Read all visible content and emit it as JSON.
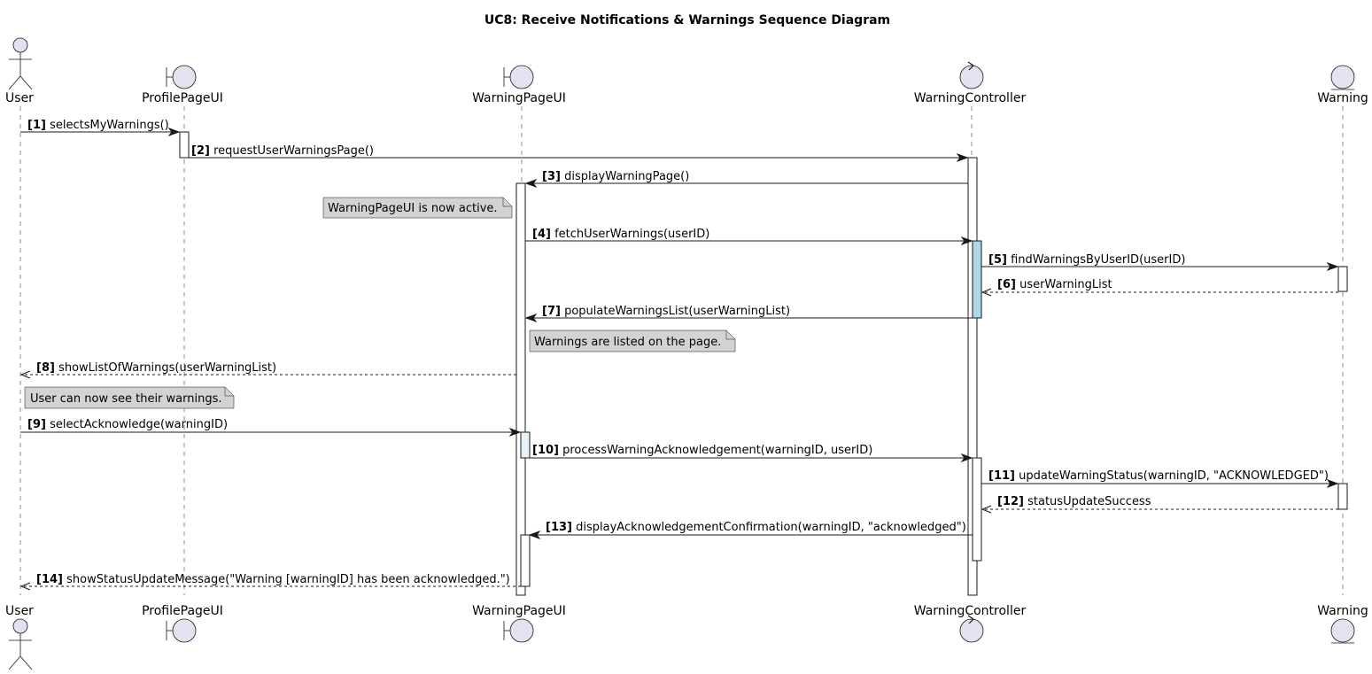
{
  "title": "UC8: Receive Notifications & Warnings Sequence Diagram",
  "colors": {
    "participant_fill": "#E2E2F0",
    "participant_stroke": "#181818",
    "activation_fill": "#FFFFFF",
    "activation_blue": "#ADD8E6",
    "activation_lightblue": "#E6F2FA",
    "note_fill": "#D3D3D3",
    "line": "#181818"
  },
  "participants": [
    {
      "id": "user",
      "name": "User",
      "kind": "actor",
      "icon": "actor-icon"
    },
    {
      "id": "profile",
      "name": "ProfilePageUI",
      "kind": "boundary",
      "icon": "boundary-icon"
    },
    {
      "id": "warnpage",
      "name": "WarningPageUI",
      "kind": "boundary",
      "icon": "boundary-icon"
    },
    {
      "id": "controller",
      "name": "WarningController",
      "kind": "control",
      "icon": "control-icon"
    },
    {
      "id": "warning",
      "name": "Warning",
      "kind": "entity",
      "icon": "entity-icon"
    }
  ],
  "messages": [
    {
      "num": "[1]",
      "text": "selectsMyWarnings()",
      "from": "user",
      "to": "profile",
      "style": "sync"
    },
    {
      "num": "[2]",
      "text": "requestUserWarningsPage()",
      "from": "profile",
      "to": "controller",
      "style": "sync"
    },
    {
      "num": "[3]",
      "text": "displayWarningPage()",
      "from": "controller",
      "to": "warnpage",
      "style": "sync"
    },
    {
      "num": "[4]",
      "text": "fetchUserWarnings(userID)",
      "from": "warnpage",
      "to": "controller",
      "style": "sync"
    },
    {
      "num": "[5]",
      "text": "findWarningsByUserID(userID)",
      "from": "controller",
      "to": "warning",
      "style": "sync"
    },
    {
      "num": "[6]",
      "text": "userWarningList",
      "from": "warning",
      "to": "controller",
      "style": "return"
    },
    {
      "num": "[7]",
      "text": "populateWarningsList(userWarningList)",
      "from": "controller",
      "to": "warnpage",
      "style": "sync"
    },
    {
      "num": "[8]",
      "text": "showListOfWarnings(userWarningList)",
      "from": "warnpage",
      "to": "user",
      "style": "return"
    },
    {
      "num": "[9]",
      "text": "selectAcknowledge(warningID)",
      "from": "user",
      "to": "warnpage",
      "style": "sync"
    },
    {
      "num": "[10]",
      "text": "processWarningAcknowledgement(warningID, userID)",
      "from": "warnpage",
      "to": "controller",
      "style": "sync"
    },
    {
      "num": "[11]",
      "text": "updateWarningStatus(warningID, \"ACKNOWLEDGED\")",
      "from": "controller",
      "to": "warning",
      "style": "sync"
    },
    {
      "num": "[12]",
      "text": "statusUpdateSuccess",
      "from": "warning",
      "to": "controller",
      "style": "return"
    },
    {
      "num": "[13]",
      "text": "displayAcknowledgementConfirmation(warningID, \"acknowledged\")",
      "from": "controller",
      "to": "warnpage",
      "style": "sync"
    },
    {
      "num": "[14]",
      "text": "showStatusUpdateMessage(\"Warning [warningID] has been acknowledged.\")",
      "from": "warnpage",
      "to": "user",
      "style": "return"
    }
  ],
  "notes": [
    {
      "text": "WarningPageUI is now active.",
      "position": "left of WarningPageUI"
    },
    {
      "text": "Warnings are listed on the page.",
      "position": "right of WarningPageUI"
    },
    {
      "text": "User can now see their warnings.",
      "position": "right of User"
    }
  ]
}
